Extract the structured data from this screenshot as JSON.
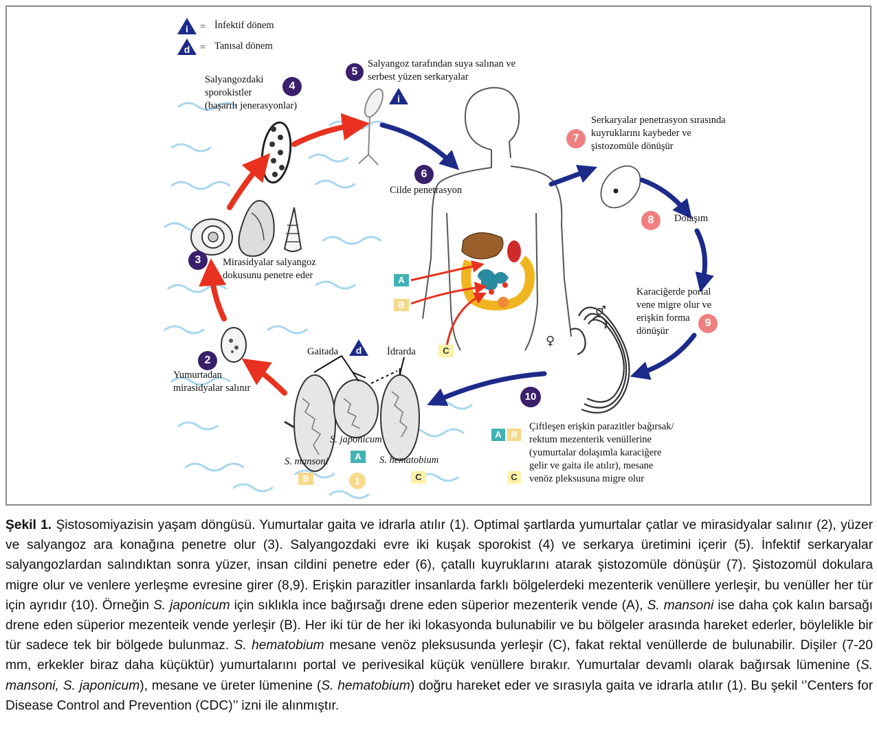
{
  "legend": {
    "infective": "İnfektif dönem",
    "diagnostic": "Tanısal dönem",
    "infective_symbol": "i",
    "diagnostic_symbol": "d"
  },
  "stages": {
    "n1": "1",
    "n2": "2",
    "n3": "3",
    "n4": "4",
    "n5": "5",
    "n6": "6",
    "n7": "7",
    "n8": "8",
    "n9": "9",
    "n10": "10"
  },
  "labels": {
    "stage4": "Salyangozdaki\nsporokistler\n(başarılı jenerasyonlar)",
    "stage5": "Salyangoz tarafından suya salınan ve\nserbest yüzen serkaryalar",
    "stage6": "Cilde penetrasyon",
    "stage7": "Serkaryalar penetrasyon sırasında\nkuyruklarını kaybeder ve\nşistozomüle dönüşür",
    "stage8": "Dolaşım",
    "stage9": "Karaciğerde portal\nvene migre olur ve\nerişkin forma\ndönüşür",
    "stage3": "Mirasidyalar salyangoz\ndokusunu penetre eder",
    "stage2": "Yumurtadan\nmirasidyalar salınır",
    "gaitada": "Gaitada",
    "idrarda": "İdrarda",
    "s_japonicum": "S. japonicum",
    "s_mansoni": "S. mansoni",
    "s_hematobium": "S. hematobium",
    "stage10": "Çiftleşen erişkin parazitler bağırsak/\nrektum mezenterik venüllerine\n(yumurtalar dolaşımla karaciğere\ngelir ve gaita ile atılır), mesane\nvenöz pleksusuna migre olur"
  },
  "sites": {
    "a": "A",
    "b": "B",
    "c": "C"
  },
  "symbols": {
    "male": "♂",
    "female": "♀"
  },
  "colors": {
    "red_arrow": "#e8321f",
    "blue_arrow": "#1c2a8a",
    "stage_purple": "#3a1f6b",
    "stage_pink": "#f07f7f",
    "water": "#a9d6ef",
    "site_a": "#40b3b5",
    "site_b": "#f7d98a",
    "site_c": "#fbf2a6"
  },
  "caption": {
    "prefix": "Şekil 1.",
    "s1": " Şistosomiyazisin yaşam döngüsü. Yumurtalar gaita ve idrarla atılır (1). Optimal şartlarda yumurtalar çatlar ve mirasidyalar salınır (2), yüzer ve salyangoz ara konağına penetre olur (3). Salyangozdaki evre iki kuşak sporokist (4) ve serkarya üretimini içerir (5). İnfektif serkaryalar salyangozlardan salındıktan sonra yüzer, insan cildini penetre eder (6), çatallı kuyruklarını atarak şistozomüle dönüşür (7). Şistozomül dokulara migre olur ve venlere yerleşme evresine girer (8,9). Erişkin parazitler insanlarda farklı bölgelerdeki mezenterik venüllere yerleşir, bu venüller her tür için ayrıdır (10).  Örneğin ",
    "i1": "S. japonicum",
    "s2": " için sıklıkla ince bağırsağı drene eden süperior mezenterik vende (A), ",
    "i2": "S. mansoni",
    "s3": " ise daha çok kalın barsağı drene eden süperior mezenteik vende yerleşir (B). Her iki tür de her iki lokasyonda bulunabilir ve bu bölgeler arasında hareket ederler, böylelikle bir tür sadece tek bir bölgede bulunmaz. ",
    "i3": "S. hematobium",
    "s4": " mesane venöz pleksusunda yerleşir (C), fakat rektal venüllerde de bulunabilir. Dişiler (7-20 mm, erkekler biraz daha küçüktür) yumurtalarını portal ve perivesikal küçük venüllere bırakır. Yumurtalar devamlı olarak bağırsak lümenine (",
    "i4": "S. mansoni, S. japonicum",
    "s5": "), mesane ve üreter lümenine (",
    "i5": "S. hematobium",
    "s6": ") doğru hareket eder ve sırasıyla gaita ve idrarla atılır (1).  Bu şekil ‘’Centers for Disease Control and Prevention (CDC)’’ izni ile alınmıştır."
  }
}
